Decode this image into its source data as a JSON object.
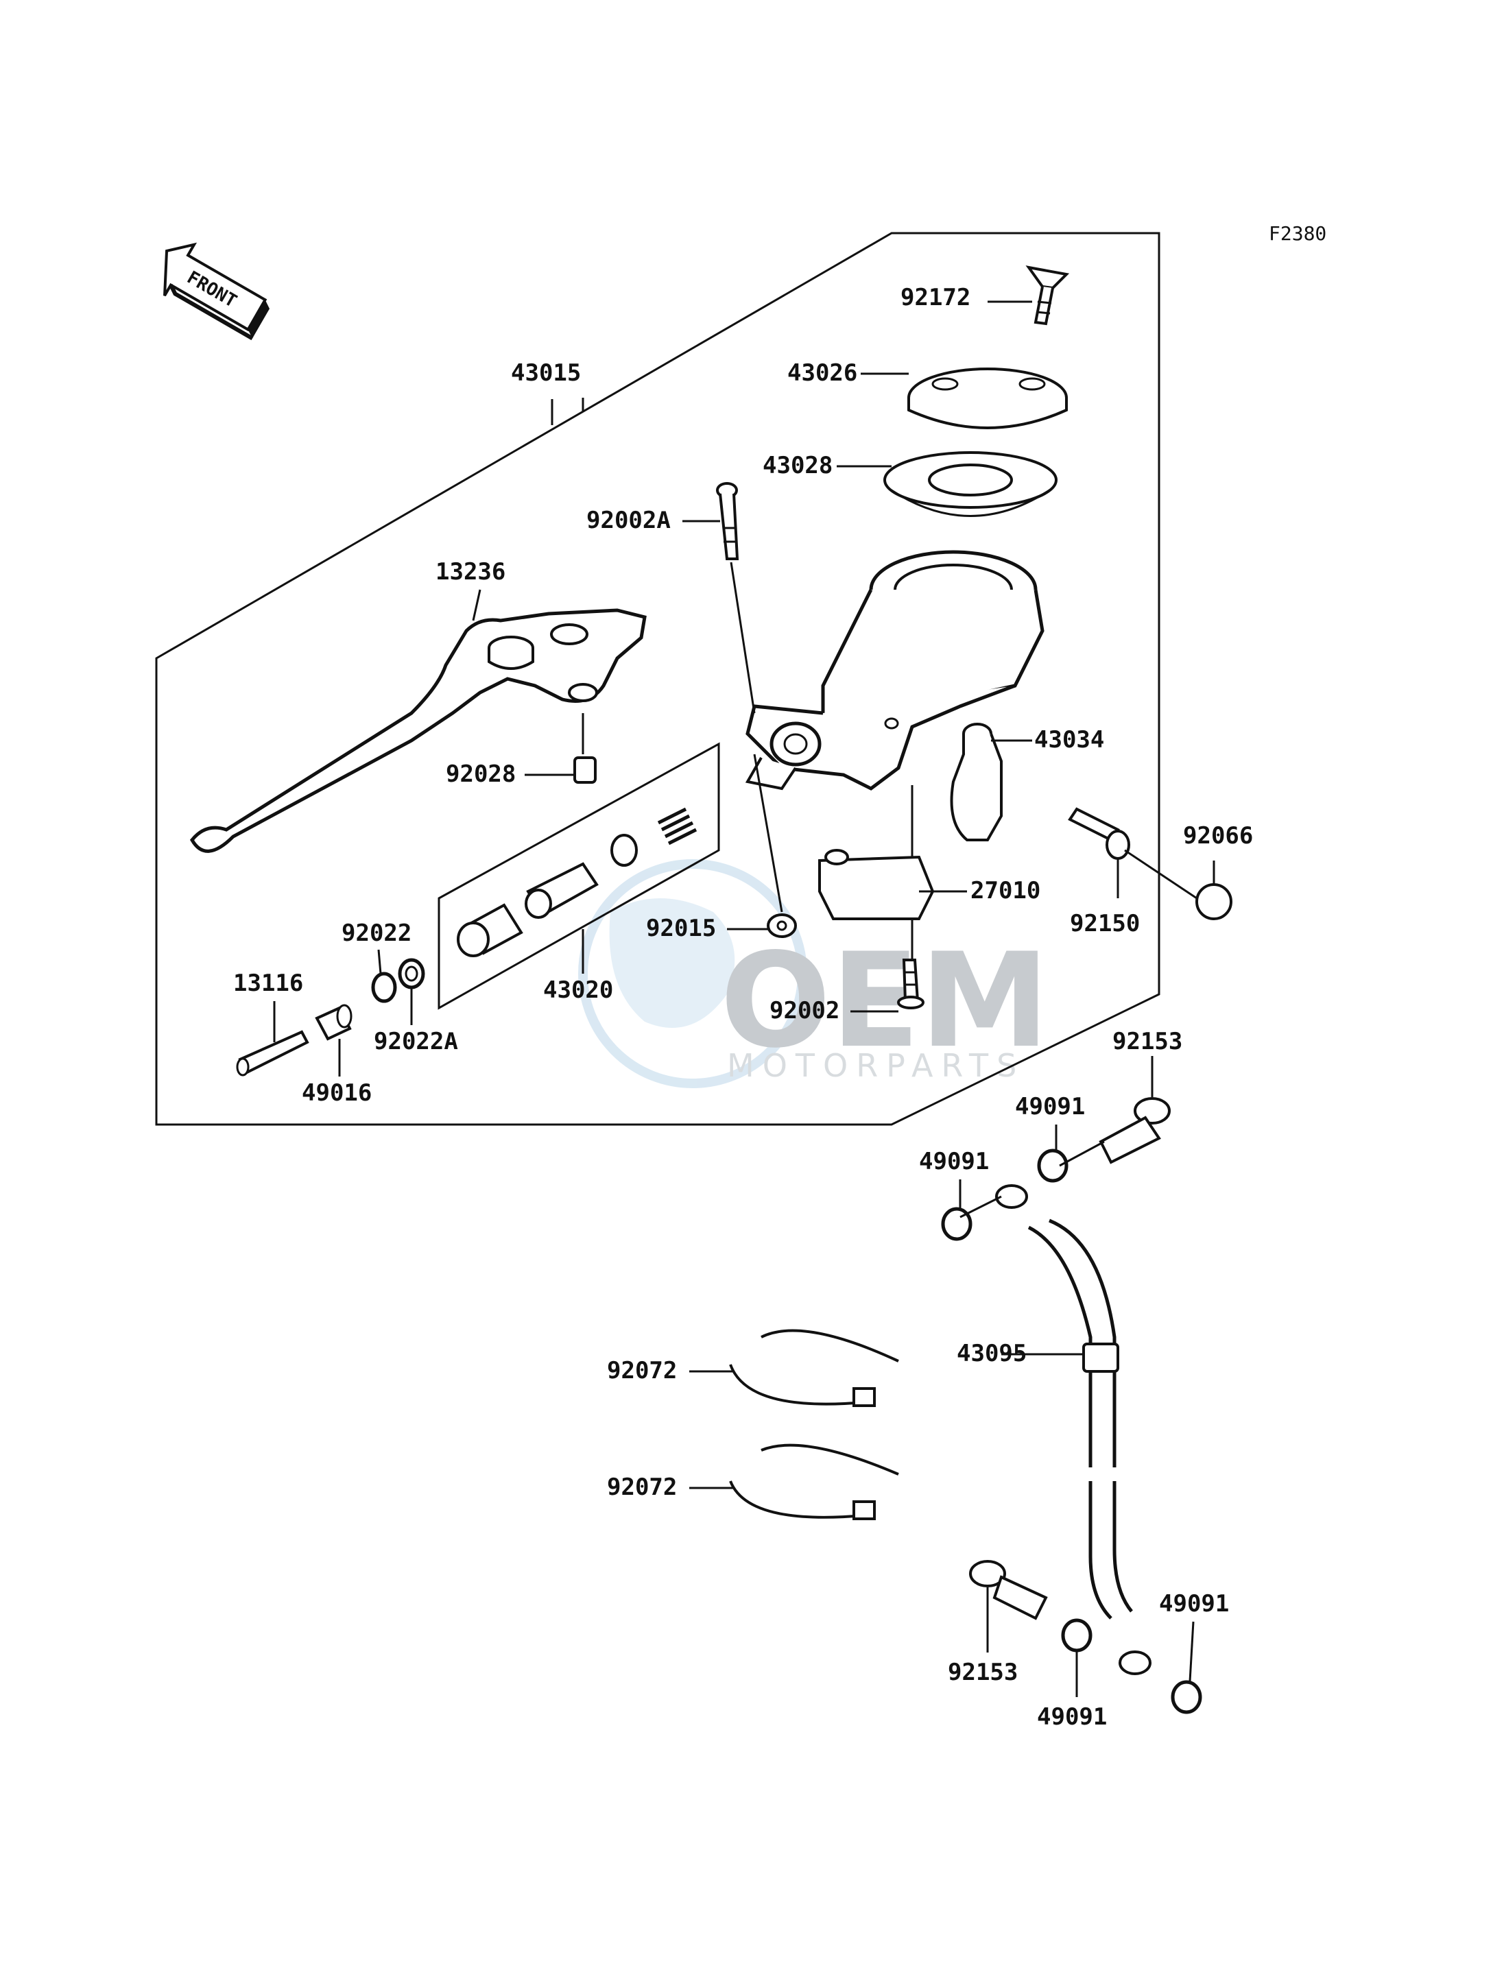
{
  "diagram_code": "F2380",
  "front_label": "FRONT",
  "watermark": {
    "brand": "OEM",
    "sub": "MOTORPARTS"
  },
  "labels": {
    "p92172": "92172",
    "p43015": "43015",
    "p43026": "43026",
    "p43028": "43028",
    "p92002A": "92002A",
    "p13236": "13236",
    "p43034": "43034",
    "p92028": "92028",
    "p92066": "92066",
    "p27010": "27010",
    "p92150": "92150",
    "p92022": "92022",
    "p92015": "92015",
    "p43020": "43020",
    "p13116": "13116",
    "p92002": "92002",
    "p92022A": "92022A",
    "p49016": "49016",
    "p92153a": "92153",
    "p49091a": "49091",
    "p49091b": "49091",
    "p43095": "43095",
    "p92072a": "92072",
    "p92072b": "92072",
    "p92153b": "92153",
    "p49091c": "49091",
    "p49091d": "49091"
  }
}
